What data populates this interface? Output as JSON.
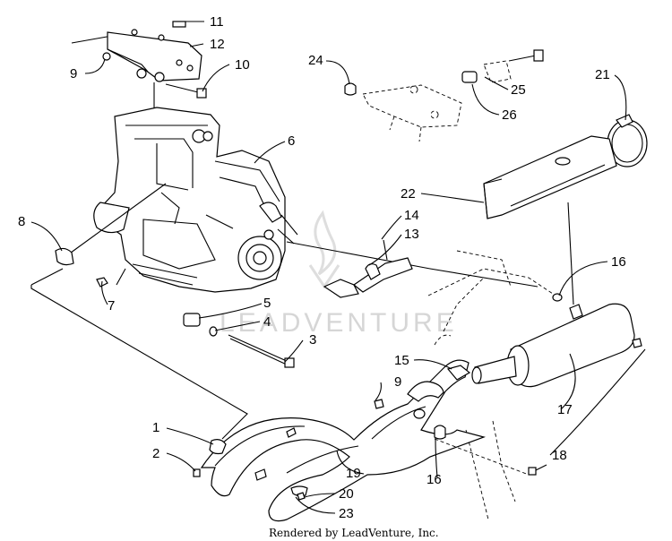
{
  "callouts": [
    {
      "id": "c1",
      "label": "1"
    },
    {
      "id": "c2",
      "label": "2"
    },
    {
      "id": "c3",
      "label": "3"
    },
    {
      "id": "c4",
      "label": "4"
    },
    {
      "id": "c5",
      "label": "5"
    },
    {
      "id": "c6",
      "label": "6"
    },
    {
      "id": "c7",
      "label": "7"
    },
    {
      "id": "c8",
      "label": "8"
    },
    {
      "id": "c9a",
      "label": "9"
    },
    {
      "id": "c9b",
      "label": "9"
    },
    {
      "id": "c10",
      "label": "10"
    },
    {
      "id": "c11",
      "label": "11"
    },
    {
      "id": "c12",
      "label": "12"
    },
    {
      "id": "c13",
      "label": "13"
    },
    {
      "id": "c14",
      "label": "14"
    },
    {
      "id": "c15",
      "label": "15"
    },
    {
      "id": "c16a",
      "label": "16"
    },
    {
      "id": "c16b",
      "label": "16"
    },
    {
      "id": "c17",
      "label": "17"
    },
    {
      "id": "c18",
      "label": "18"
    },
    {
      "id": "c19",
      "label": "19"
    },
    {
      "id": "c20",
      "label": "20"
    },
    {
      "id": "c21",
      "label": "21"
    },
    {
      "id": "c22",
      "label": "22"
    },
    {
      "id": "c23",
      "label": "23"
    },
    {
      "id": "c24",
      "label": "24"
    },
    {
      "id": "c25",
      "label": "25"
    },
    {
      "id": "c26",
      "label": "26"
    }
  ],
  "watermark": "LEADVENTURE",
  "footer": "Rendered by LeadVenture, Inc."
}
